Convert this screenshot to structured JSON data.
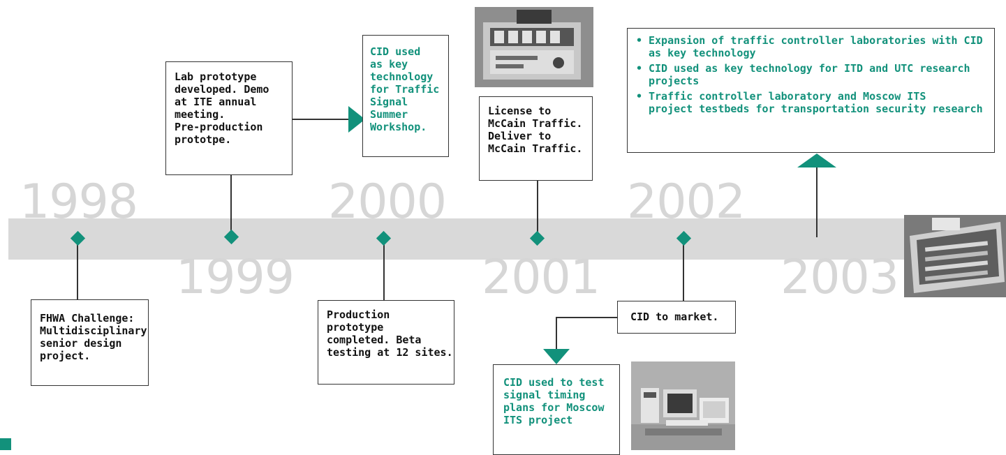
{
  "timeline": {
    "years_top": [
      "1998",
      "2000",
      "2002"
    ],
    "years_bottom": [
      "1999",
      "2001",
      "2003"
    ]
  },
  "events": {
    "y1998": "FHWA Challenge:\nMultidisciplinary\nsenior design\nproject.",
    "y1999": "Lab prototype\ndeveloped. Demo\nat ITE annual\nmeeting.\nPre-production\nprototpe.",
    "y1999_highlight": "CID used\nas key\ntechnology\nfor Traffic\nSignal\nSummer\nWorkshop.",
    "y2000": "Production\nprototype\ncompleted. Beta\ntesting at 12 sites.",
    "y2001": "License to\nMcCain Traffic.\nDeliver to\nMcCain Traffic.",
    "y2002": "CID to market.",
    "y2002_highlight": "CID used to test\nsignal timing\nplans for Moscow\nITS project",
    "y2003_bullets": [
      "Expansion of traffic controller laboratories with CID\nas key technology",
      "CID used as key technology for ITD and UTC research\nprojects",
      "Traffic controller laboratory and Moscow ITS\nproject testbeds for transportation security research"
    ]
  },
  "colors": {
    "accent": "#12917b",
    "band": "#d9d9d9",
    "year_text": "#d6d6d6"
  }
}
